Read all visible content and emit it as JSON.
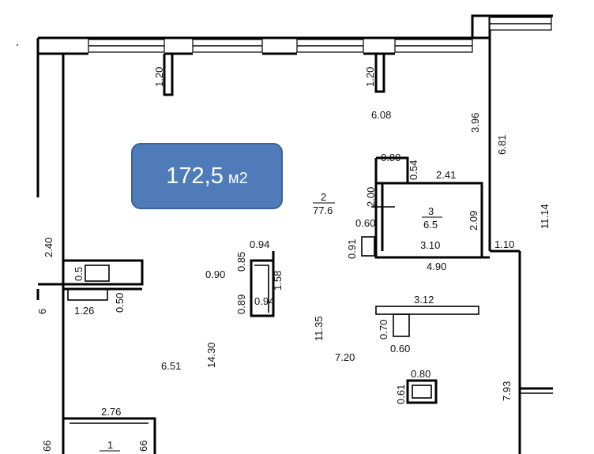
{
  "area_badge": {
    "value": "172,5",
    "unit": "м2"
  },
  "dimensions": {
    "d_1_20_left": "1.20",
    "d_1_20_right": "1.20",
    "d_6_08": "6.08",
    "d_3_96": "3.96",
    "d_6_81": "6.81",
    "d_11_14": "11.14",
    "d_0_80_top": "0.80",
    "d_0_54": "0.54",
    "d_2_41": "2.41",
    "d_2_00": "2.00",
    "d_0_60_top": "0.60",
    "d_2_09": "2.09",
    "d_0_91": "0.91",
    "d_3_10": "3.10",
    "d_1_10": "1.10",
    "d_4_90": "4.90",
    "d_2_40": "2.40",
    "d_0_5": "0.5",
    "d_0_50": "0.50",
    "d_1_26": "1.26",
    "d_6_left": "6",
    "d_0_94_top": "0.94",
    "d_0_90": "0.90",
    "d_0_85": "0.85",
    "d_1_58": "1.58",
    "d_0_89": "0.89",
    "d_0_94_bottom": "0.94",
    "d_3_12": "3.12",
    "d_0_70": "0.70",
    "d_0_60_mid": "0.60",
    "d_11_35": "11.35",
    "d_14_30": "14.30",
    "d_6_51": "6.51",
    "d_7_20": "7.20",
    "d_0_80_bottom": "0.80",
    "d_0_61": "0.61",
    "d_7_93": "7.93",
    "d_2_76": "2.76",
    "d_66_left": "66",
    "d_66_right": "66"
  },
  "rooms": {
    "room_2": {
      "number": "2",
      "area": "77.6"
    },
    "room_3": {
      "number": "3",
      "area": "6.5"
    },
    "room_1": {
      "number": "1"
    }
  }
}
